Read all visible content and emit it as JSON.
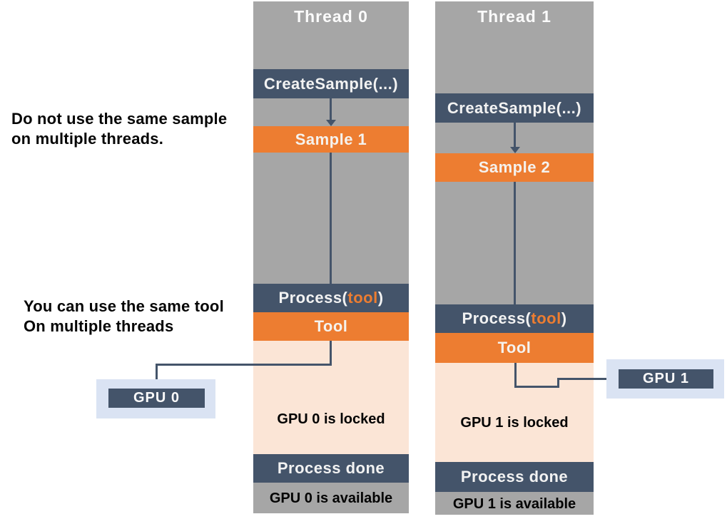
{
  "colors": {
    "column_gray": "#a6a6a6",
    "navy": "#44546a",
    "orange": "#ed7d31",
    "peach": "#fbe5d6",
    "gpu_highlight_blue": "#dae3f3",
    "bar_text_light": "#f2f2f2",
    "note_text_dark": "#000000"
  },
  "notes": {
    "sample_note": {
      "line1": "Do not use the same sample",
      "line2": "on multiple threads."
    },
    "tool_note": {
      "line1": "You can use the same tool",
      "line2": "On multiple threads"
    }
  },
  "threads": [
    {
      "title": "Thread 0",
      "create_sample": "CreateSample(...)",
      "sample": "Sample 1",
      "process": {
        "prefix": "Process(",
        "arg": "tool",
        "suffix": ")"
      },
      "tool": "Tool",
      "gpu_locked": "GPU 0 is locked",
      "process_done": "Process done",
      "gpu_available": "GPU 0 is available",
      "gpu_label": "GPU 0"
    },
    {
      "title": "Thread 1",
      "create_sample": "CreateSample(...)",
      "sample": "Sample 2",
      "process": {
        "prefix": "Process(",
        "arg": "tool",
        "suffix": ")"
      },
      "tool": "Tool",
      "gpu_locked": "GPU 1 is locked",
      "process_done": "Process done",
      "gpu_available": "GPU 1 is available",
      "gpu_label": "GPU 1"
    }
  ]
}
